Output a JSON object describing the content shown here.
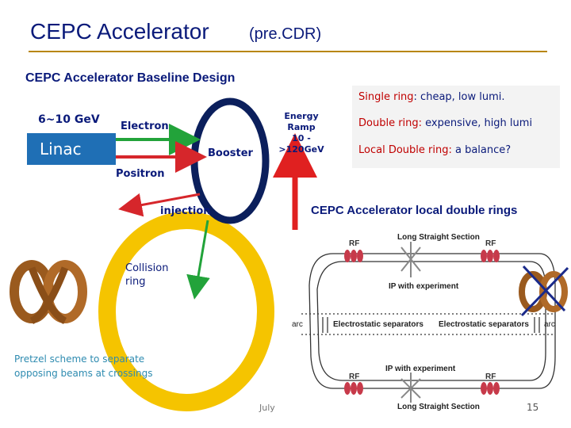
{
  "header": {
    "title": "CEPC Accelerator",
    "title_suffix": "(pre.CDR)",
    "subtitle": "CEPC Accelerator Baseline Design"
  },
  "left_diagram": {
    "energy_label": "6~10 GeV",
    "linac_label": "Linac",
    "electron_label": "Electron",
    "positron_label": "Positron",
    "booster_label": "Booster",
    "ramp_label_line1": "Energy Ramp",
    "ramp_label_line2": "10 ->120GeV",
    "injection_label": "injection",
    "collision_line1": "Collision",
    "collision_line2": "ring",
    "pretzel_line1": "Pretzel scheme to separate",
    "pretzel_line2": "opposing beams at crossings"
  },
  "options": [
    {
      "prefix": "Single ring",
      "suffix": ": cheap, low lumi."
    },
    {
      "prefix": "Double ring:",
      "suffix": " expensive, high lumi"
    },
    {
      "prefix": "Local Double ring:",
      "suffix": " a balance?"
    }
  ],
  "right_diagram": {
    "heading": "CEPC Accelerator local double rings",
    "top_straight": "Long Straight Section",
    "bottom_straight": "Long Straight Section",
    "rf": "RF",
    "ip_top": "IP with experiment",
    "ip_bottom": "IP with experiment",
    "arc": "arc",
    "separators_left": "Electrostatic separators",
    "separators_right": "Electrostatic separators"
  },
  "footer": {
    "date": "July",
    "page": "15"
  },
  "colors": {
    "title": "#0a1a7a",
    "booster_ring": "#0b1f5c",
    "collision_ring": "#f5c400",
    "electron_arrow": "#22a33a",
    "positron_arrow": "#d6262b",
    "linac_box": "#1f6fb5",
    "rule": "#b8860b"
  }
}
